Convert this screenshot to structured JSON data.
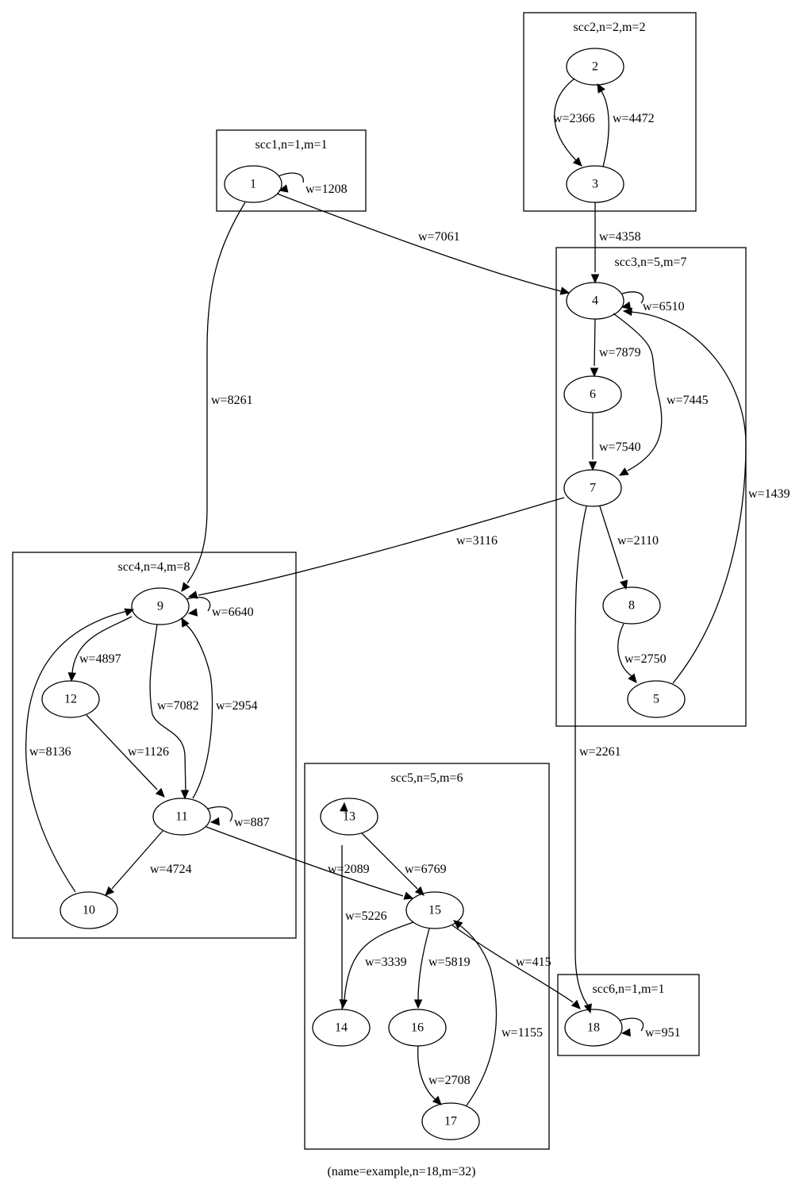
{
  "graph": {
    "caption": "(name=example,n=18,m=32)",
    "clusters": [
      {
        "id": "scc1",
        "label": "scc1,n=1,m=1"
      },
      {
        "id": "scc2",
        "label": "scc2,n=2,m=2"
      },
      {
        "id": "scc3",
        "label": "scc3,n=5,m=7"
      },
      {
        "id": "scc4",
        "label": "scc4,n=4,m=8"
      },
      {
        "id": "scc5",
        "label": "scc5,n=5,m=6"
      },
      {
        "id": "scc6",
        "label": "scc6,n=1,m=1"
      }
    ],
    "nodes": [
      "1",
      "2",
      "3",
      "4",
      "5",
      "6",
      "7",
      "8",
      "9",
      "10",
      "11",
      "12",
      "13",
      "14",
      "15",
      "16",
      "17",
      "18"
    ],
    "edges": [
      {
        "from": "1",
        "to": "1",
        "label": "w=1208"
      },
      {
        "from": "1",
        "to": "4",
        "label": "w=7061"
      },
      {
        "from": "1",
        "to": "9",
        "label": "w=8261"
      },
      {
        "from": "2",
        "to": "3",
        "label": "w=2366"
      },
      {
        "from": "3",
        "to": "2",
        "label": "w=4472"
      },
      {
        "from": "3",
        "to": "4",
        "label": "w=4358"
      },
      {
        "from": "4",
        "to": "4",
        "label": "w=6510"
      },
      {
        "from": "4",
        "to": "6",
        "label": "w=7879"
      },
      {
        "from": "4",
        "to": "7",
        "label": "w=7445"
      },
      {
        "from": "5",
        "to": "4",
        "label": "w=1439"
      },
      {
        "from": "6",
        "to": "7",
        "label": "w=7540"
      },
      {
        "from": "7",
        "to": "9",
        "label": "w=3116"
      },
      {
        "from": "7",
        "to": "8",
        "label": "w=2110"
      },
      {
        "from": "7",
        "to": "18",
        "label": "w=2261"
      },
      {
        "from": "8",
        "to": "5",
        "label": "w=2750"
      },
      {
        "from": "9",
        "to": "9",
        "label": "w=6640"
      },
      {
        "from": "9",
        "to": "12",
        "label": "w=4897"
      },
      {
        "from": "9",
        "to": "11",
        "label": "w=7082"
      },
      {
        "from": "11",
        "to": "9",
        "label": "w=2954"
      },
      {
        "from": "10",
        "to": "9",
        "label": "w=8136"
      },
      {
        "from": "12",
        "to": "11",
        "label": "w=1126"
      },
      {
        "from": "11",
        "to": "11",
        "label": "w=887"
      },
      {
        "from": "11",
        "to": "10",
        "label": "w=4724"
      },
      {
        "from": "11",
        "to": "15",
        "label": "w=2089"
      },
      {
        "from": "13",
        "to": "15",
        "label": "w=6769"
      },
      {
        "from": "14",
        "to": "13",
        "label": "w=5226"
      },
      {
        "from": "15",
        "to": "14",
        "label": "w=3339"
      },
      {
        "from": "15",
        "to": "16",
        "label": "w=5819"
      },
      {
        "from": "15",
        "to": "18",
        "label": "w=415"
      },
      {
        "from": "16",
        "to": "17",
        "label": "w=2708"
      },
      {
        "from": "17",
        "to": "15",
        "label": "w=1155"
      },
      {
        "from": "18",
        "to": "18",
        "label": "w=951"
      }
    ]
  }
}
